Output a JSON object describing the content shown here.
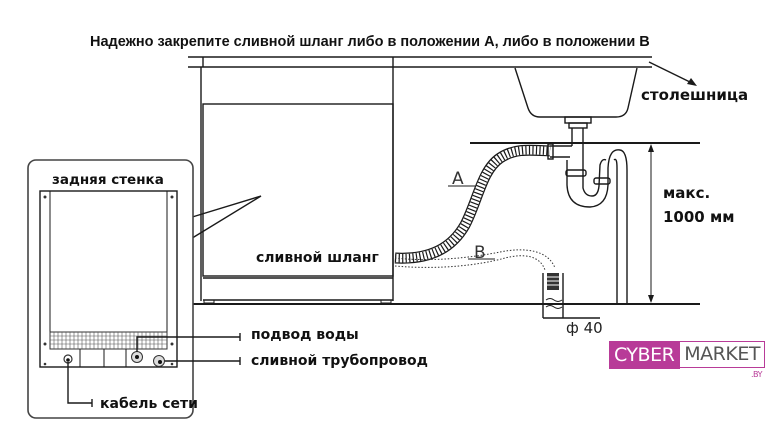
{
  "title": "Надежно закрепите сливной шланг либо в положении A, либо в положении B",
  "labels": {
    "countertop": "столешница",
    "max_height_line1": "макс.",
    "max_height_line2": "1000 мм",
    "position_a": "A",
    "position_b": "B",
    "drain_hose": "сливной шланг",
    "back_wall": "задняя стенка",
    "water_inlet": "подвод воды",
    "drain_pipe": "сливной трубопровод",
    "power_cable": "кабель сети",
    "diameter": "ф 40"
  },
  "logo": {
    "part1": "CYBER",
    "part2": "MARKET",
    "suffix": ".BY",
    "accent_color": "#b83b98"
  }
}
